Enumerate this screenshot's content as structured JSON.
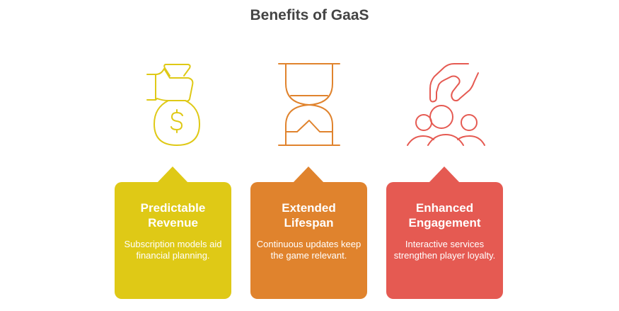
{
  "title": "Benefits of GaaS",
  "colors": {
    "yellow": "#DFC916",
    "orange": "#E0832D",
    "red": "#E55A52"
  },
  "cards": [
    {
      "title_line1": "Predictable",
      "title_line2": "Revenue",
      "desc": "Subscription models aid financial planning.",
      "icon": "money-bag-hand-icon"
    },
    {
      "title_line1": "Extended",
      "title_line2": "Lifespan",
      "desc": "Continuous updates keep the game relevant.",
      "icon": "hourglass-icon"
    },
    {
      "title_line1": "Enhanced",
      "title_line2": "Engagement",
      "desc": "Interactive services strengthen player loyalty.",
      "icon": "hand-over-people-icon"
    }
  ]
}
